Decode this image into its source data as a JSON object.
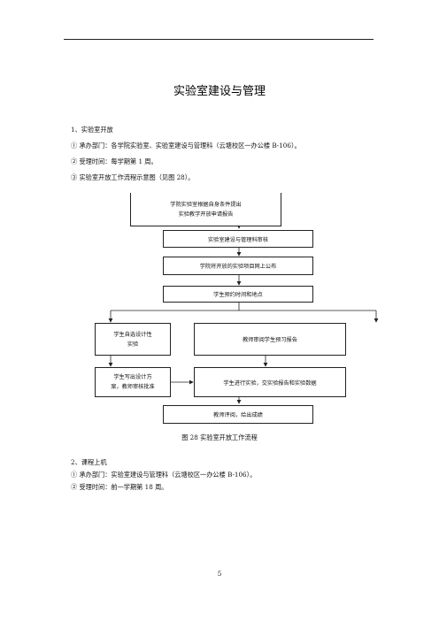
{
  "title": "实验室建设与管理",
  "section1": {
    "heading": "1、实验室开放",
    "items": [
      "①  承办部门：各学院实验室、实验室建设与管理科（云塘校区一办公楼 B-106）。",
      "②  受理时间：每学期第 1 周。",
      "③  实验室开放工作流程示意图（见图 28）。"
    ]
  },
  "flow": {
    "box1": {
      "line1": "学院实验室根据自身条件提出",
      "line2": "实验教学开放申请报告"
    },
    "box2": "实验室建设与管理科审核",
    "box3": "学院将开放的实验项目网上公布",
    "box4": "学生预约时间和地点",
    "box5": {
      "line1": "学生自选设计性",
      "line2": "实验"
    },
    "box6": "教师审阅学生预习报告",
    "box7": {
      "line1": "学生写出设计方",
      "line2": "案，教师审核批准"
    },
    "box8": "学生进行实验，交实验报告和实验数据",
    "box9": "教师评阅，给出成绩"
  },
  "caption": "图 28    实验室开放工作流程",
  "section2": {
    "heading": "2、课程上机",
    "items": [
      "①  承办部门：实验室建设与管理科（云塘校区一办公楼 B-106）。",
      "②  受理时间：前一学期第 18 周。"
    ]
  },
  "page_number": "5"
}
